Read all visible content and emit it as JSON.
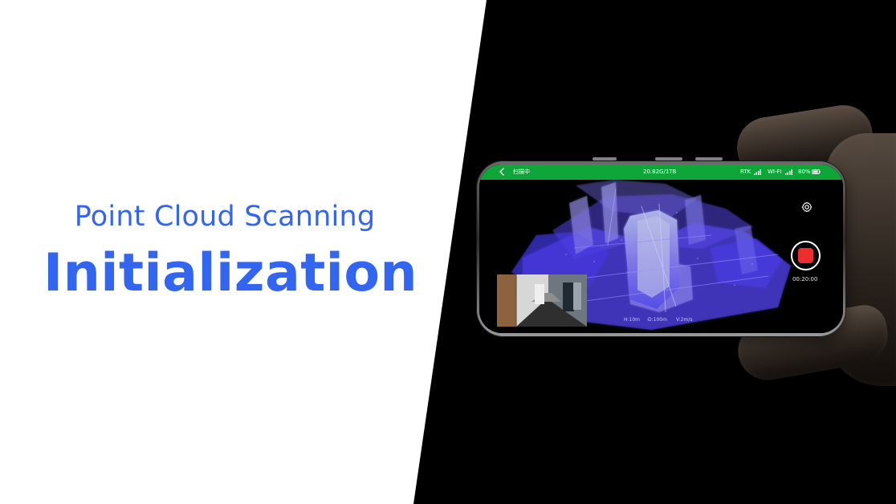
{
  "hero": {
    "subtitle": "Point Cloud Scanning",
    "title": "Initialization",
    "accent": "#3366f0"
  },
  "phone": {
    "status_bar": {
      "title": "扫描中",
      "storage": "20.82G/1TB",
      "rtk_label": "RTK",
      "wifi_label": "WI-FI",
      "battery_percent": "80%",
      "color": "#0ea539",
      "back_icon": "back-chevron-icon",
      "rtk_icon": "signal-icon",
      "wifi_icon": "signal-icon",
      "battery_icon": "battery-icon"
    },
    "controls": {
      "settings_icon": "gear-icon",
      "record_icon": "record-stop-icon",
      "record_time": "00:20:00"
    },
    "metrics": {
      "height": "H:10m",
      "distance": "D:100m",
      "speed": "V:2m/s"
    }
  }
}
